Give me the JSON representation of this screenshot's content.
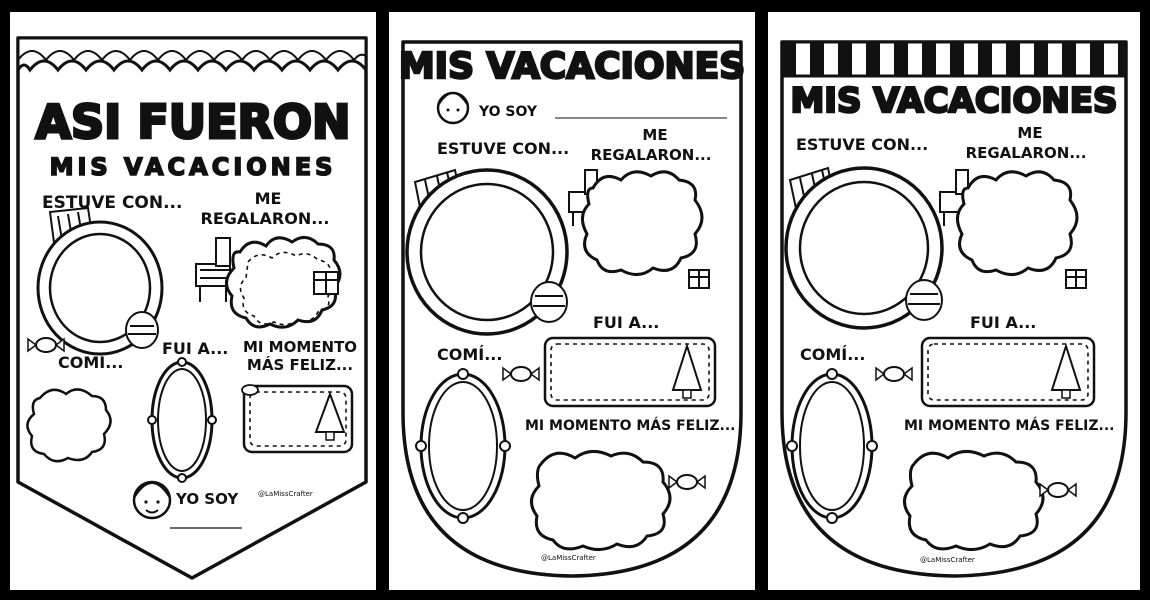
{
  "panels": [
    {
      "title": "ASI FUERON",
      "subtitle": "MIS VACACIONES",
      "sections": {
        "with": "ESTUVE CON...",
        "gifts_1": "ME",
        "gifts_2": "REGALARON...",
        "ate": "COMÍ...",
        "went": "FUI A...",
        "happy_1": "MI MOMENTO",
        "happy_2": "MÁS FELIZ..."
      },
      "iam": "YO SOY",
      "credit": "@LaMissCrafter"
    },
    {
      "title": "MIS VACACIONES",
      "iam": "YO SOY",
      "sections": {
        "with": "ESTUVE CON...",
        "gifts_1": "ME",
        "gifts_2": "REGALARON...",
        "went": "FUI A...",
        "ate": "COMÍ...",
        "happy": "MI MOMENTO MÁS FELIZ..."
      },
      "credit": "@LaMissCrafter"
    },
    {
      "title": "MIS VACACIONES",
      "sections": {
        "with": "ESTUVE CON...",
        "gifts_1": "ME",
        "gifts_2": "REGALARON...",
        "went": "FUI A...",
        "ate": "COMÍ...",
        "happy": "MI MOMENTO MÁS FELIZ..."
      },
      "credit": "@LaMissCrafter"
    }
  ],
  "colors": {
    "background": "#000000",
    "paper": "#ffffff",
    "ink": "#111111"
  }
}
